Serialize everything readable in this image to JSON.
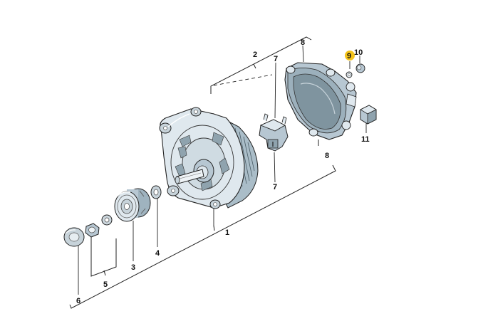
{
  "colors": {
    "line": "#222222",
    "part_fill": "#dfe8ee",
    "part_mid": "#b7c7d2",
    "part_dark": "#7f949f",
    "highlight": "#f4c31a"
  },
  "callouts": {
    "c1": "1",
    "c2": "2",
    "c3": "3",
    "c4": "4",
    "c5": "5",
    "c6": "6",
    "c7_top": "7",
    "c7_bottom": "7",
    "c8_top": "8",
    "c8_bottom": "8",
    "c9": "9",
    "c10": "10",
    "c11": "11"
  },
  "highlighted_callout": "9"
}
